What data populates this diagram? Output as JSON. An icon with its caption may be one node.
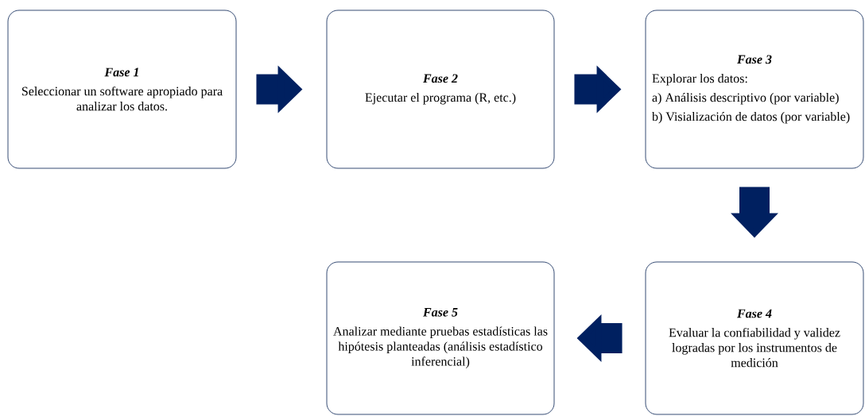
{
  "diagram": {
    "nodes": [
      {
        "text": [
          "Fase 1",
          "Seleccionar un software apropiado para analizar los datos."
        ]
      },
      {
        "text": [
          "Fase 2",
          "Ejecutar el programa (R, etc.)"
        ]
      },
      {
        "text": [
          "Fase 3",
          "Explorar los datos:",
          "a) Análisis descriptivo (por variable)",
          "b) Visialización de datos (por variable)"
        ]
      },
      {
        "text": [
          "Fase 4",
          "Evaluar la confiabilidad y validez logradas por los instrumentos de medición"
        ]
      },
      {
        "text": [
          "Fase 5",
          "Analizar mediante pruebas estadísticas las hipótesis planteadas (análisis estadístico inferencial)"
        ]
      }
    ],
    "edges": [
      {
        "from": 0,
        "to": 1,
        "arrow": "to"
      },
      {
        "from": 1,
        "to": 2,
        "arrow": "to"
      },
      {
        "from": 2,
        "to": 3,
        "arrow": "to"
      },
      {
        "from": 3,
        "to": 4,
        "arrow": "to"
      }
    ]
  }
}
